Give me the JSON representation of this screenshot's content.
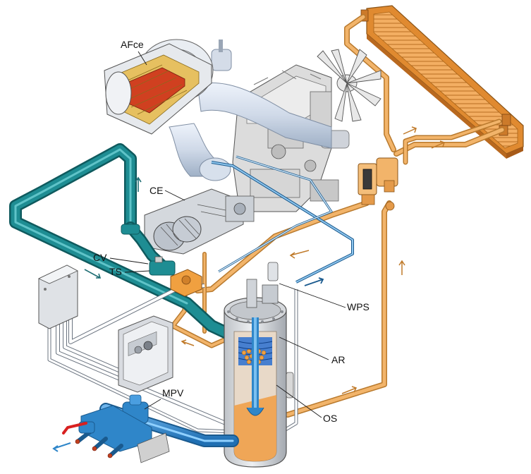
{
  "labels": {
    "afce": "AFce",
    "ce": "CE",
    "cv": "CV",
    "ts": "TS",
    "wps": "WPS",
    "ar": "AR",
    "mpv": "MPV",
    "os": "OS"
  },
  "colors": {
    "oil_line": "#f2b46a",
    "oil_line_edge": "#b97a2e",
    "air_line": "#1e8d93",
    "air_line_edge": "#0f5a5e",
    "outlet_pipe": "#2f86c9",
    "outlet_pipe_edge": "#1a5a8e",
    "ducting": "#cfd9e8",
    "ducting_edge": "#7f8ea3",
    "engine_body": "#d9d9d9",
    "cooler_core": "#f0a050",
    "cooler_frame": "#e08a30",
    "filter_element": "#e6c060",
    "filter_core": "#d04020",
    "valve_red": "#d82020",
    "separator_coil": "#2a6fd0",
    "separator_beads": "#f0a040"
  }
}
